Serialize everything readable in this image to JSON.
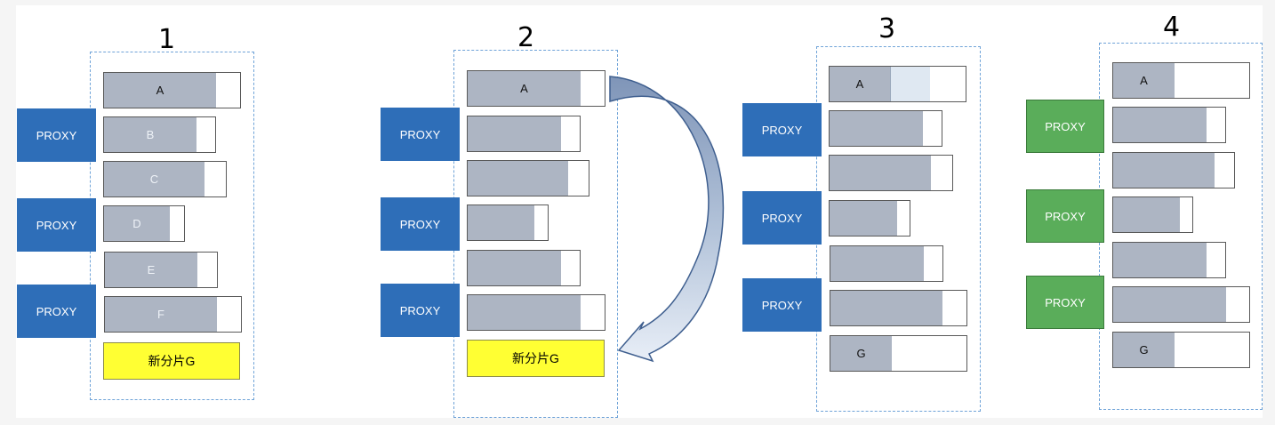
{
  "panels": [
    {
      "number": "1",
      "proxy": "PROXY",
      "new_shard": "新分片G",
      "shards": [
        {
          "label": "A"
        },
        {
          "label": "B"
        },
        {
          "label": "C"
        },
        {
          "label": "D"
        },
        {
          "label": "E"
        },
        {
          "label": "F"
        }
      ]
    },
    {
      "number": "2",
      "proxy": "PROXY",
      "new_shard": "新分片G",
      "shards": [
        {
          "label": "A"
        },
        {
          "label": ""
        },
        {
          "label": ""
        },
        {
          "label": ""
        },
        {
          "label": ""
        },
        {
          "label": ""
        }
      ]
    },
    {
      "number": "3",
      "proxy": "PROXY",
      "shards": [
        {
          "label": "A"
        },
        {
          "label": ""
        },
        {
          "label": ""
        },
        {
          "label": ""
        },
        {
          "label": ""
        },
        {
          "label": ""
        },
        {
          "label": "G"
        }
      ]
    },
    {
      "number": "4",
      "proxy": "PROXY",
      "shards": [
        {
          "label": "A"
        },
        {
          "label": ""
        },
        {
          "label": ""
        },
        {
          "label": ""
        },
        {
          "label": ""
        },
        {
          "label": ""
        },
        {
          "label": "G"
        }
      ]
    }
  ],
  "colors": {
    "proxy_blue": "#2e6eb8",
    "proxy_green": "#5aad5a",
    "shard_fill": "#adb5c3",
    "new_shard": "#ffff33",
    "group_border": "#6fa3d8",
    "arrow": "#7f95b8"
  }
}
